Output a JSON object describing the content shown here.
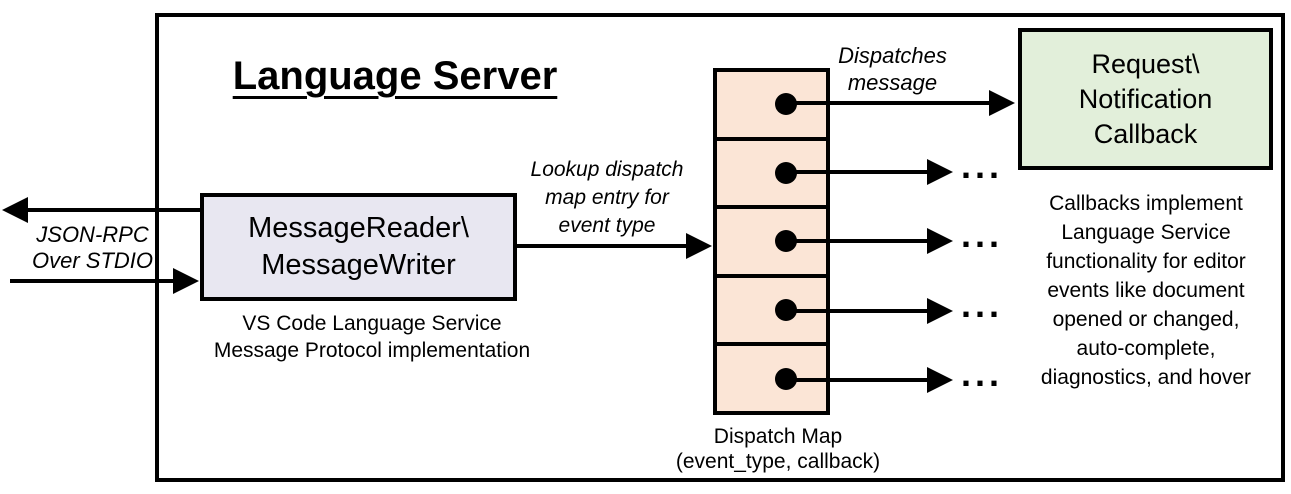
{
  "title": "Language Server",
  "left_link": {
    "label": "JSON-RPC\nOver STDIO"
  },
  "io": {
    "label": "MessageReader\\\nMessageWriter",
    "caption": "VS Code Language Service\nMessage Protocol implementation"
  },
  "lookup": {
    "label": "Lookup dispatch\nmap entry for\nevent type"
  },
  "dispatch": {
    "caption": "Dispatch Map\n(event_type, callback)",
    "cell_count": 5
  },
  "dispatch_note": {
    "label": "Dispatches\nmessage"
  },
  "callback": {
    "label": "Request\\\nNotification\nCallback",
    "note": "Callbacks implement\nLanguage Service\nfunctionality for editor\nevents like document\nopened or changed,\nauto-complete,\ndiagnostics, and hover"
  },
  "ellipsis": "...",
  "colors": {
    "stroke": "#000000",
    "io_box_fill": "#e8e7f1",
    "dispatch_cell_fill": "#fbe5d6",
    "callback_box_fill": "#e2efda",
    "background": "#ffffff"
  }
}
